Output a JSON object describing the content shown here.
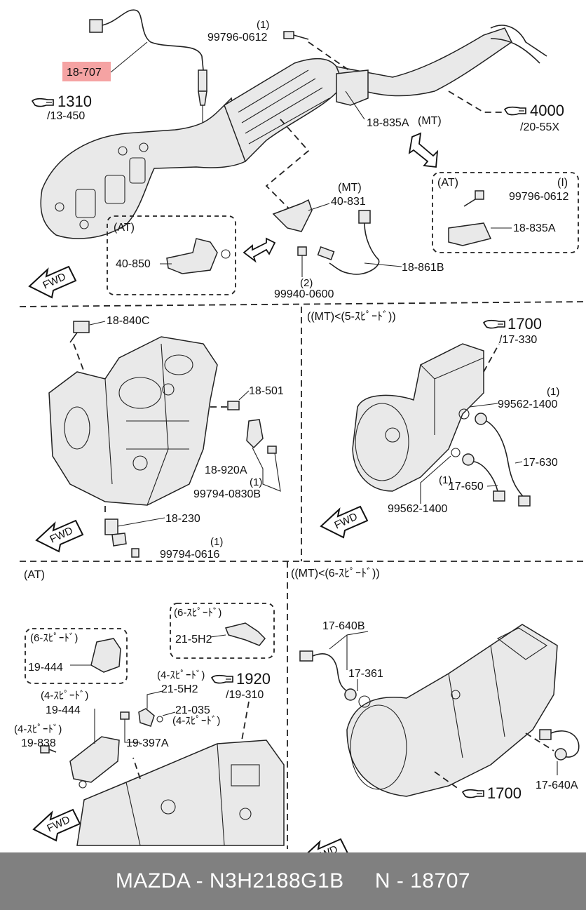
{
  "diagram": {
    "sections": {
      "exhaust": {
        "labels": {
          "sensor_highlight": "18-707",
          "bolt_qty": "(1)",
          "bolt": "99796-0612",
          "ref_1310": "1310",
          "ref_1310_sub": "/13-450",
          "bracket_mt": "18-835A",
          "bracket_mt_tag": "(MT)",
          "ref_4000": "4000",
          "ref_4000_sub": "/20-55X",
          "mt_tag": "(MT)",
          "sensor_40831": "40-831",
          "at_tag_left": "(AT)",
          "bracket_40850": "40-850",
          "sensor_18861b": "18-861B",
          "nut_qty": "(2)",
          "nut": "99940-0600",
          "at_box_tag": "(AT)",
          "at_box_qty": "(I)",
          "at_box_bolt": "99796-0612",
          "at_box_bracket": "18-835A",
          "fwd": "FWD"
        }
      },
      "engine": {
        "labels": {
          "sensor_18840c": "18-840C",
          "sensor_18501": "18-501",
          "sensor_18920a": "18-920A",
          "bolt_qty": "(1)",
          "bolt_99794_0830b": "99794-0830B",
          "sensor_18230": "18-230",
          "bolt2_qty": "(1)",
          "bolt_99794_0616": "99794-0616",
          "fwd": "FWD"
        }
      },
      "mt5": {
        "labels": {
          "header": "((MT)<(5-ｽﾋﾟｰﾄﾞ))",
          "ref_1700": "1700",
          "ref_1700_sub": "/17-330",
          "gasket_qty": "(1)",
          "gasket1": "99562-1400",
          "switch_17630": "17-630",
          "gasket2_qty": "(1)",
          "switch_17650": "17-650",
          "gasket2": "99562-1400",
          "fwd": "FWD"
        }
      },
      "at": {
        "labels": {
          "header": "(AT)",
          "box6_tag": "(6-ｽﾋﾟｰﾄﾞ)",
          "box6_part": "21-5H2",
          "box6l_tag": "(6-ｽﾋﾟｰﾄﾞ)",
          "box6l_part": "19-444",
          "tag4a": "(4-ｽﾋﾟｰﾄﾞ)",
          "part_215h2": "21-5H2",
          "ref_1920": "1920",
          "ref_1920_sub": "/19-310",
          "tag4b": "(4-ｽﾋﾟｰﾄﾞ)",
          "part_19444": "19-444",
          "part_21035": "21-035",
          "tag4c": "(4-ｽﾋﾟｰﾄﾞ)",
          "tag4d": "(4-ｽﾋﾟｰﾄﾞ)",
          "part_19838": "19-838",
          "part_19397a": "19-397A",
          "fwd": "FWD"
        }
      },
      "mt6": {
        "labels": {
          "header": "((MT)<(6-ｽﾋﾟｰﾄﾞ))",
          "part_17640b": "17-640B",
          "part_17361": "17-361",
          "ref_1700": "1700",
          "part_17640a": "17-640A",
          "fwd": "FWD"
        }
      }
    }
  },
  "footer": {
    "text": "MAZDA - N3H2188G1B     N - 18707"
  },
  "colors": {
    "highlight": "#f5a3a3",
    "footer_bg": "#808080",
    "footer_text": "#ffffff"
  }
}
